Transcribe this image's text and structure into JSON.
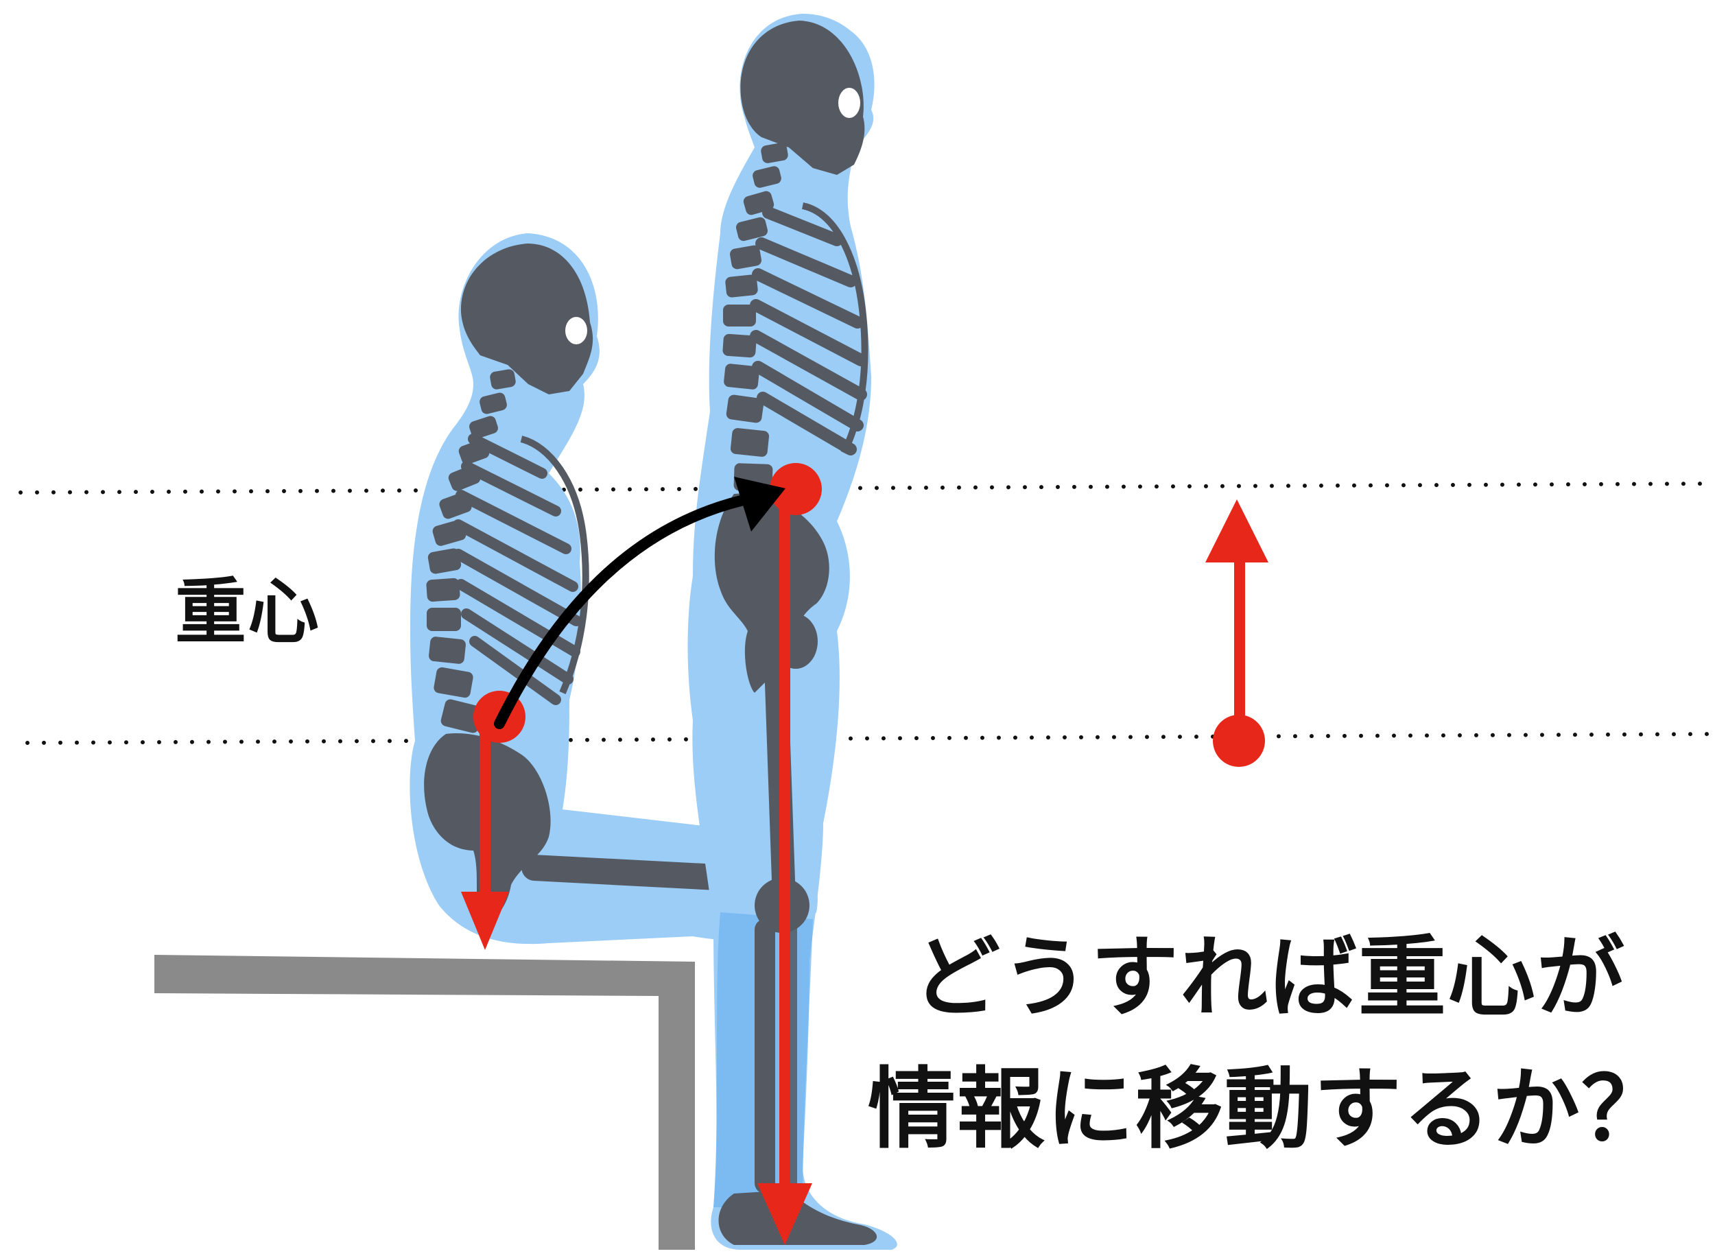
{
  "labels": {
    "center_of_gravity": "重心",
    "question_line1": "どうすれば重心が",
    "question_line2": "情報に移動するか？"
  },
  "colors": {
    "body_outline": "#9ccdf7",
    "body_leg_dark": "#6fb3ef",
    "bone": "#555a62",
    "arrow_red": "#e8271b",
    "arrow_black": "#000000",
    "chair": "#8a8a8a",
    "dotted_line": "#111111"
  },
  "icons": {
    "sitting_figure": "sitting-skeleton-figure",
    "standing_figure": "standing-skeleton-figure",
    "chair": "chair-outline",
    "upward_arrow": "up-arrow",
    "transition_arrow": "curved-arrow"
  }
}
